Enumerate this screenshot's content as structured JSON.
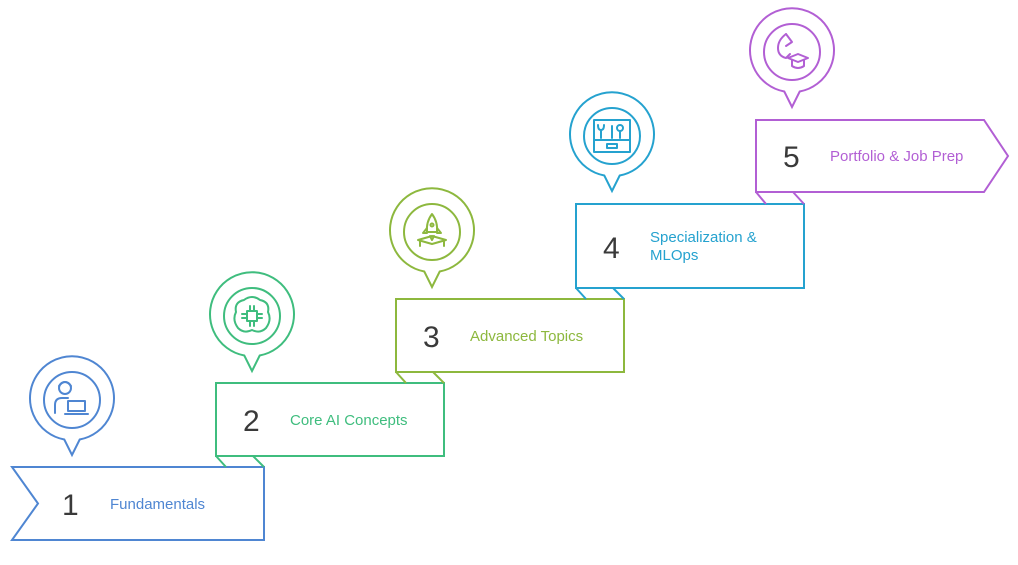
{
  "steps": [
    {
      "number": "1",
      "label_lines": [
        "Fundamentals"
      ],
      "color": "#4f86d2",
      "icon": "person-laptop-icon"
    },
    {
      "number": "2",
      "label_lines": [
        "Core AI Concepts"
      ],
      "color": "#3fbd7e",
      "icon": "brain-chip-icon"
    },
    {
      "number": "3",
      "label_lines": [
        "Advanced Topics"
      ],
      "color": "#8db83e",
      "icon": "rocket-icon"
    },
    {
      "number": "4",
      "label_lines": [
        "Specialization &",
        "MLOps"
      ],
      "color": "#25a2cf",
      "icon": "toolbox-icon"
    },
    {
      "number": "5",
      "label_lines": [
        "Portfolio & Job Prep"
      ],
      "color": "#b25fd4",
      "icon": "graduate-icon"
    }
  ]
}
